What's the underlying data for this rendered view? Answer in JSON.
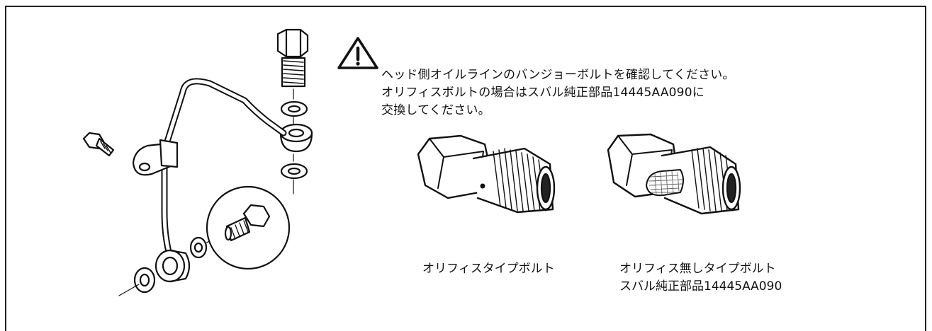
{
  "notice": {
    "lines": [
      "ヘッド側オイルラインのバンジョーボルトを確認してください。",
      "オリフィスボルトの場合はスバル純正部品14445AA090に",
      "交換してください。"
    ],
    "icon": "warning-triangle-icon"
  },
  "captions": {
    "orifice_bolt": "オリフィスタイプボルト",
    "no_orifice_bolt_line1": "オリフィス無しタイプボルト",
    "no_orifice_bolt_line2": "スバル純正部品14445AA090"
  },
  "colors": {
    "line": "#111111",
    "frame": "#222222"
  }
}
